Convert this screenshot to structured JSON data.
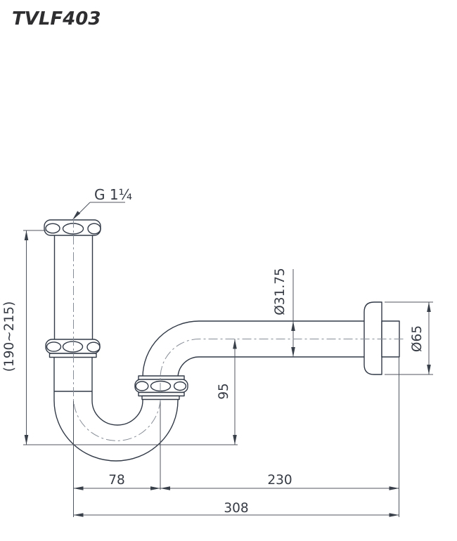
{
  "title": "TVLF403",
  "drawing": {
    "description": "P-trap drain side elevation with dimensions",
    "dimensions": {
      "thread_size": "G 1¼",
      "inlet_height_range": "(190~215)",
      "pipe_outer_diameter": "Ø31.75",
      "trap_depth": "95",
      "escutcheon_diameter": "Ø65",
      "inlet_to_outlet_offset": "78",
      "outlet_to_wall": "230",
      "overall_length": "308"
    },
    "colors": {
      "outline": "#323a47",
      "dimension_line": "#50565f",
      "centerline": "#878d96",
      "label_text": "#363b44",
      "title_text": "#2e2e30",
      "background": "#ffffff"
    }
  }
}
